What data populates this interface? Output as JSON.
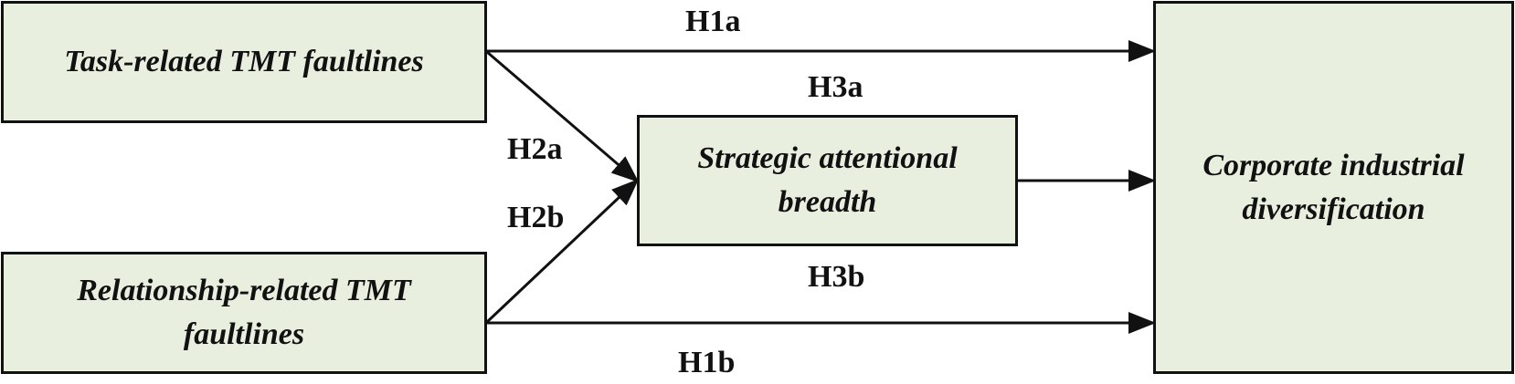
{
  "boxes": {
    "task_related": "Task-related TMT faultlines",
    "relationship_related": "Relationship-related TMT faultlines",
    "strategic_attention": "Strategic attentional breadth",
    "outcome": "Corporate industrial diversification"
  },
  "hypotheses": {
    "h1a": "H1a",
    "h1b": "H1b",
    "h2a": "H2a",
    "h2b": "H2b",
    "h3a": "H3a",
    "h3b": "H3b"
  },
  "colors": {
    "box_fill": "#e9efdf",
    "stroke": "#111111"
  }
}
